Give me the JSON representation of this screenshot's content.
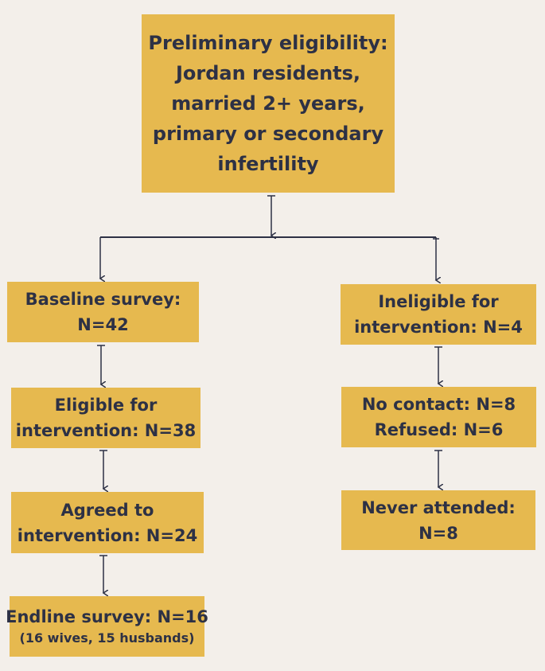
{
  "diagram": {
    "preliminary": {
      "lines": [
        "Preliminary eligibility:",
        "Jordan residents,",
        "married 2+ years,",
        "primary or secondary",
        "infertility"
      ]
    },
    "baseline": {
      "lines": [
        "Baseline survey:",
        "N=42"
      ]
    },
    "ineligible": {
      "lines": [
        "Ineligible for",
        "intervention: N=4"
      ]
    },
    "eligible": {
      "lines": [
        "Eligible for",
        "intervention: N=38"
      ]
    },
    "no_contact": {
      "lines": [
        "No contact: N=8",
        "Refused: N=6"
      ]
    },
    "agreed": {
      "lines": [
        "Agreed to",
        "intervention: N=24"
      ]
    },
    "never_attended": {
      "lines": [
        "Never attended:",
        "N=8"
      ]
    },
    "endline": {
      "lines": [
        "Endline survey: N=16",
        "(16 wives, 15 husbands)"
      ]
    },
    "colors": {
      "background": "#f3efea",
      "box_fill": "#e6b94f",
      "text": "#2d3145",
      "connector": "#2d3145"
    }
  }
}
